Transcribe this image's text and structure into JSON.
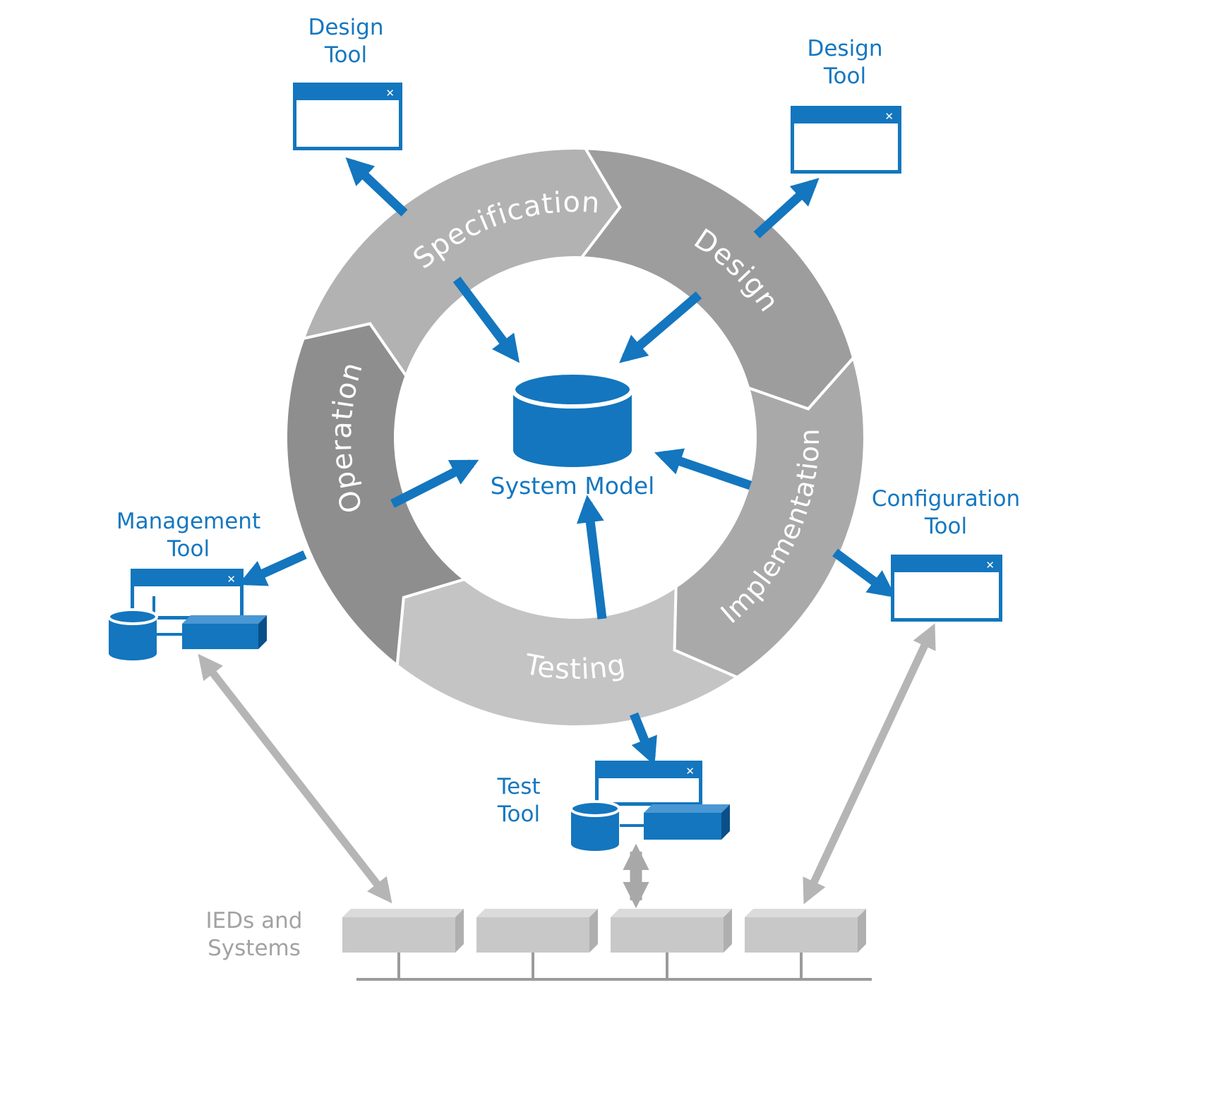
{
  "ring": {
    "segments": [
      {
        "label": "Specification"
      },
      {
        "label": "Design"
      },
      {
        "label": "Implementation"
      },
      {
        "label": "Testing"
      },
      {
        "label": "Operation"
      }
    ],
    "center_label": "System Model"
  },
  "tools": {
    "design_tool_left": {
      "line1": "Design",
      "line2": "Tool"
    },
    "design_tool_right": {
      "line1": "Design",
      "line2": "Tool"
    },
    "configuration_tool": {
      "line1": "Configuration",
      "line2": "Tool"
    },
    "management_tool": {
      "line1": "Management",
      "line2": "Tool"
    },
    "test_tool": {
      "line1": "Test",
      "line2": "Tool"
    }
  },
  "bottom": {
    "label_line1": "IEDs and",
    "label_line2": "Systems"
  },
  "icons": {
    "close": "✕",
    "database": "database-cylinder",
    "device": "device-box"
  },
  "colors": {
    "accent_blue": "#1376BE",
    "text_blue": "#1577C0",
    "segment_specification": "#B2B2B2",
    "segment_design": "#9D9D9D",
    "segment_implementation": "#A9A9A9",
    "segment_testing": "#C4C4C4",
    "segment_operation": "#8E8E8E",
    "gray_arrow": "#B5B5B5",
    "gray_text": "#A2A2A2"
  }
}
